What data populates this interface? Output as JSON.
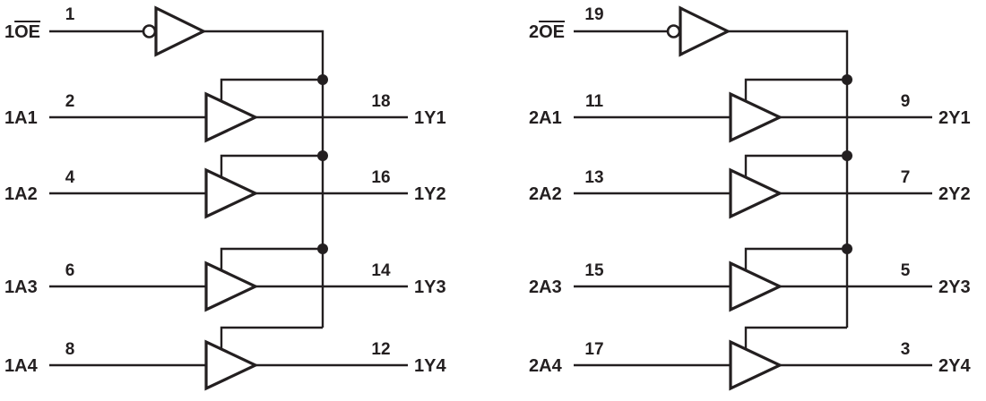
{
  "diagram": {
    "kind": "logic-diagram-octal-buffer",
    "colors": {
      "line": "#231f20",
      "background": "#ffffff"
    },
    "banks": [
      {
        "oe": {
          "prefix": "1",
          "signal": "OE",
          "pin": "1"
        },
        "buffers": [
          {
            "input": "1A1",
            "input_pin": "2",
            "output": "1Y1",
            "output_pin": "18"
          },
          {
            "input": "1A2",
            "input_pin": "4",
            "output": "1Y2",
            "output_pin": "16"
          },
          {
            "input": "1A3",
            "input_pin": "6",
            "output": "1Y3",
            "output_pin": "14"
          },
          {
            "input": "1A4",
            "input_pin": "8",
            "output": "1Y4",
            "output_pin": "12"
          }
        ]
      },
      {
        "oe": {
          "prefix": "2",
          "signal": "OE",
          "pin": "19"
        },
        "buffers": [
          {
            "input": "2A1",
            "input_pin": "11",
            "output": "2Y1",
            "output_pin": "9"
          },
          {
            "input": "2A2",
            "input_pin": "13",
            "output": "2Y2",
            "output_pin": "7"
          },
          {
            "input": "2A3",
            "input_pin": "15",
            "output": "2Y3",
            "output_pin": "5"
          },
          {
            "input": "2A4",
            "input_pin": "17",
            "output": "2Y4",
            "output_pin": "3"
          }
        ]
      }
    ]
  }
}
